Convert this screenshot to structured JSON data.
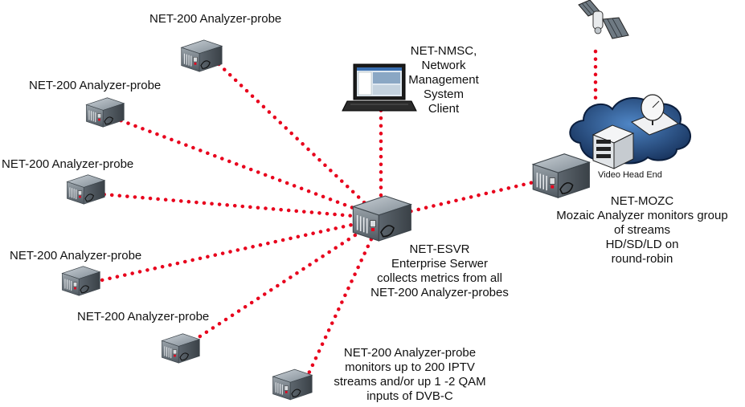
{
  "probes": [
    {
      "label": "NET-200 Analyzer-probe"
    },
    {
      "label": "NET-200 Analyzer-probe"
    },
    {
      "label": "NET-200 Analyzer-probe"
    },
    {
      "label": "NET-200 Analyzer-probe"
    },
    {
      "label": "NET-200 Analyzer-probe"
    }
  ],
  "bottom_probe": {
    "lines": [
      "NET-200 Analyzer-probe",
      "monitors up to 200 IPTV",
      "streams and/or up 1 -2 QAM",
      "inputs of DVB-C"
    ]
  },
  "nmsc": {
    "lines": [
      "NET-NMSC,",
      "Network",
      "Management",
      "System",
      "Client"
    ]
  },
  "esvr": {
    "lines": [
      "NET-ESVR",
      "Enterprise Serwer",
      "collects metrics from all",
      "NET-200 Analyzer-probes"
    ]
  },
  "mozc": {
    "lines": [
      "NET-MOZC",
      "Mozaic Analyzer monitors group",
      "of streams",
      "HD/SD/LD on",
      "round-robin"
    ]
  },
  "headend": {
    "label": "Video Head End"
  },
  "colors": {
    "link": "#e8001c",
    "cloud": "#1e3f73",
    "server": "#8a949c"
  }
}
